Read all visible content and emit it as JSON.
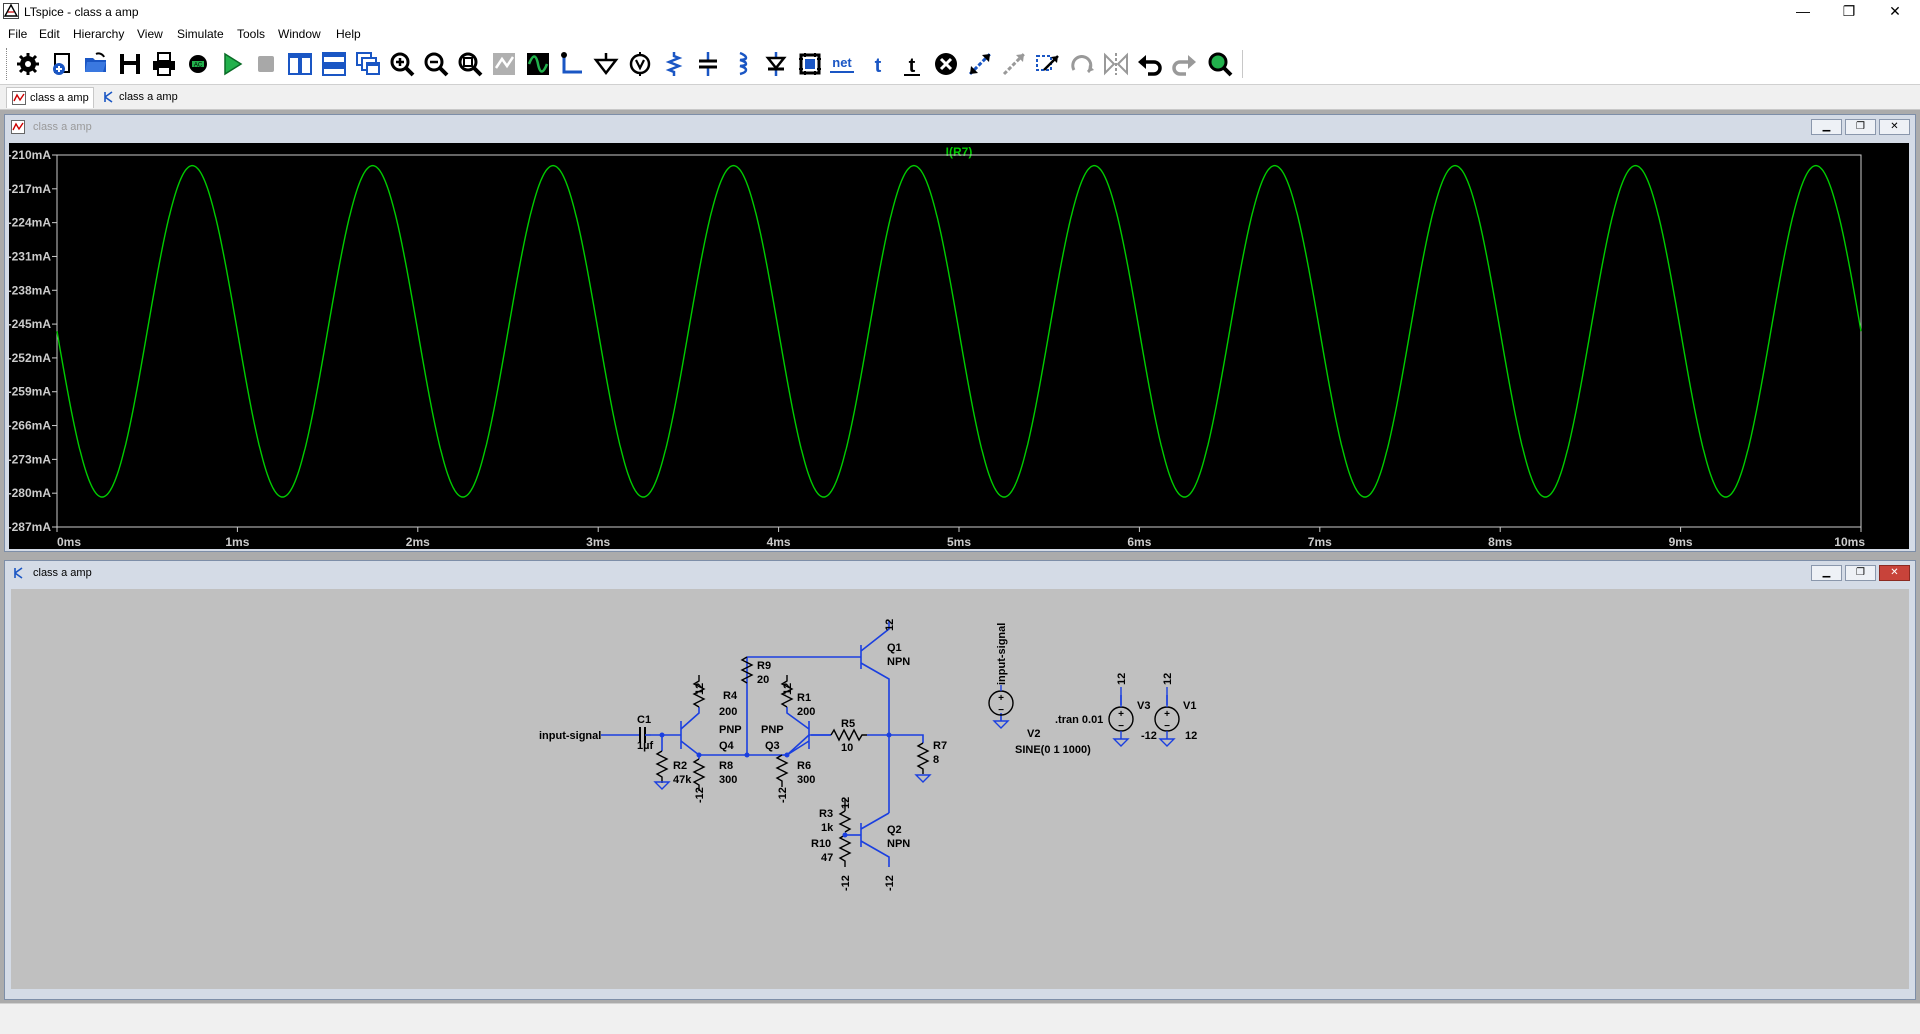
{
  "window": {
    "title": "LTspice - class a amp",
    "controls": {
      "minimize": "—",
      "restore": "❐",
      "close": "✕"
    }
  },
  "menu": [
    "File",
    "Edit",
    "Hierarchy",
    "View",
    "Simulate",
    "Tools",
    "Window",
    "Help"
  ],
  "toolbar": {
    "buttons": [
      {
        "name": "settings-icon"
      },
      {
        "name": "new-schematic-icon"
      },
      {
        "name": "open-icon"
      },
      {
        "name": "save-icon"
      },
      {
        "name": "print-icon"
      },
      {
        "name": "control-panel-icon"
      },
      {
        "name": "run-icon"
      },
      {
        "name": "halt-icon"
      },
      {
        "name": "tile-vertical-icon"
      },
      {
        "name": "tile-horizontal-icon"
      },
      {
        "name": "cascade-icon"
      },
      {
        "name": "zoom-in-icon"
      },
      {
        "name": "zoom-out-icon"
      },
      {
        "name": "zoom-fit-icon"
      },
      {
        "name": "autorange-icon"
      },
      {
        "name": "waveform-icon"
      },
      {
        "name": "wire-icon"
      },
      {
        "name": "ground-icon"
      },
      {
        "name": "voltage-source-icon"
      },
      {
        "name": "resistor-icon"
      },
      {
        "name": "capacitor-icon"
      },
      {
        "name": "inductor-icon"
      },
      {
        "name": "diode-icon"
      },
      {
        "name": "component-icon"
      },
      {
        "name": "net-label-icon",
        "text": "net"
      },
      {
        "name": "text-icon",
        "text": "t"
      },
      {
        "name": "spice-directive-icon"
      },
      {
        "name": "delete-icon"
      },
      {
        "name": "move-icon"
      },
      {
        "name": "drag-icon"
      },
      {
        "name": "copy-icon"
      },
      {
        "name": "rotate-icon"
      },
      {
        "name": "mirror-icon"
      },
      {
        "name": "undo-icon"
      },
      {
        "name": "redo-icon"
      },
      {
        "name": "find-icon"
      }
    ]
  },
  "tabs": [
    {
      "label": "class a amp",
      "kind": "waveform"
    },
    {
      "label": "class a amp",
      "kind": "schematic"
    }
  ],
  "waveform_window": {
    "title": "class a amp"
  },
  "schematic_window": {
    "title": "class a amp",
    "labels": {
      "input": "input-signal",
      "c1": "C1",
      "c1v": "1µf",
      "r2": "R2",
      "r2v": "47k",
      "r4": "R4",
      "r4v": "200",
      "r4top": "12",
      "r8": "R8",
      "r8v": "300",
      "r8bot": "-12",
      "r9": "R9",
      "r9v": "20",
      "r1": "R1",
      "r1v": "200",
      "r1top": "12",
      "r6": "R6",
      "r6v": "300",
      "r6bot": "-12",
      "q4type": "PNP",
      "q4": "Q4",
      "q3type": "PNP",
      "q3": "Q3",
      "r5": "R5",
      "r5v": "10",
      "q1": "Q1",
      "q1type": "NPN",
      "q1top": "12",
      "r7": "R7",
      "r7v": "8",
      "q2": "Q2",
      "q2type": "NPN",
      "q2bot": "-12",
      "r3": "R3",
      "r3v": "1k",
      "r3top": "12",
      "r10": "R10",
      "r10v": "47",
      "r10bot": "-12",
      "v2label": "input-signal",
      "v2": "V2",
      "v2sine": "SINE(0 1 1000)",
      "tran": ".tran 0.01",
      "v3": "V3",
      "v3top": "12",
      "v3bot": "-12",
      "v1": "V1",
      "v1top": "12",
      "v1bot": "12"
    }
  },
  "chart_data": {
    "type": "line",
    "title": "I(R7)",
    "xlabel": "",
    "ylabel": "",
    "x_ticks": [
      "0ms",
      "1ms",
      "2ms",
      "3ms",
      "4ms",
      "5ms",
      "6ms",
      "7ms",
      "8ms",
      "9ms",
      "10ms"
    ],
    "y_ticks": [
      "-210mA",
      "-217mA",
      "-224mA",
      "-231mA",
      "-238mA",
      "-245mA",
      "-252mA",
      "-259mA",
      "-266mA",
      "-273mA",
      "-280mA",
      "-287mA"
    ],
    "xlim": [
      0,
      10
    ],
    "ylim": [
      -287,
      -210
    ],
    "series": [
      {
        "name": "I(R7)",
        "color": "#00cc00",
        "waveform": "sine",
        "frequency_khz": 1,
        "offset_ma": -246.5,
        "amplitude_ma": 34.3,
        "phase_cycles": 0.5
      }
    ],
    "background": "#000000",
    "axis_color": "#cccccc"
  }
}
